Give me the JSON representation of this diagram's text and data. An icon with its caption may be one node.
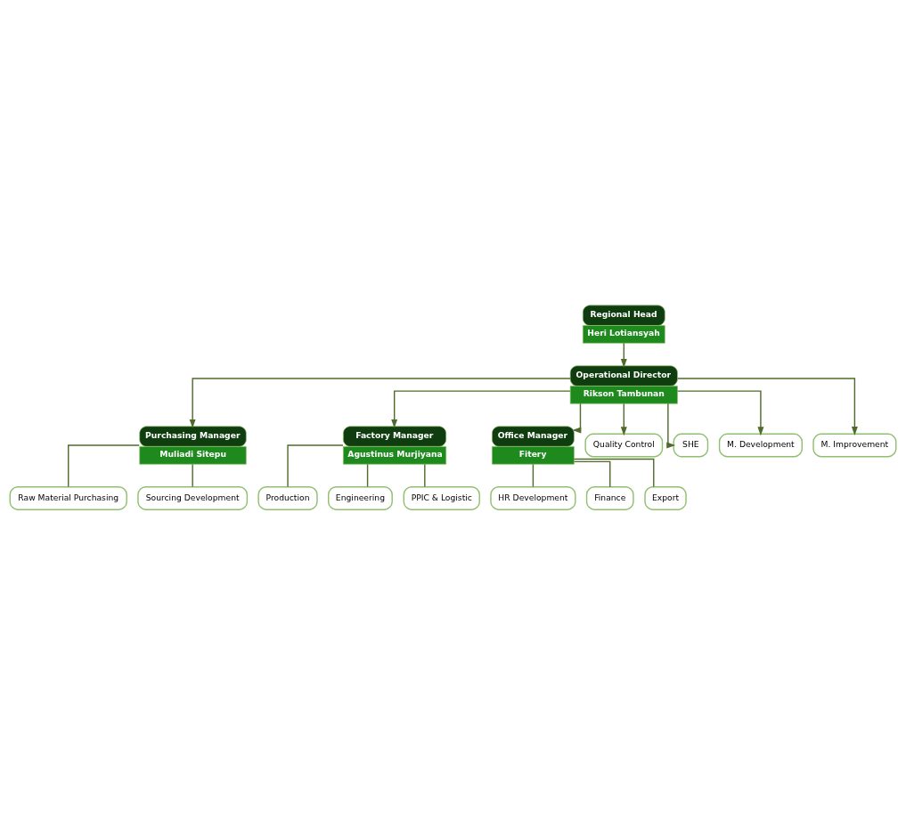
{
  "diagram": {
    "nodes": [
      {
        "text": [
          "Regional Head",
          "Heri Lotiansyah"
        ]
      },
      {
        "text": [
          "Operational Director",
          "Rikson Tambunan"
        ]
      },
      {
        "text": [
          "Purchasing Manager",
          "Muliadi Sitepu"
        ]
      },
      {
        "text": [
          "Factory Manager",
          "Agustinus Murjiyana"
        ]
      },
      {
        "text": [
          "Office Manager",
          "Fitery"
        ]
      },
      {
        "text": [
          "Raw Material Purchasing"
        ]
      },
      {
        "text": [
          "Sourcing Development"
        ]
      },
      {
        "text": [
          "Production"
        ]
      },
      {
        "text": [
          "Engineering"
        ]
      },
      {
        "text": [
          "PPIC & Logistic"
        ]
      },
      {
        "text": [
          "HR Development"
        ]
      },
      {
        "text": [
          "Finance"
        ]
      },
      {
        "text": [
          "Export"
        ]
      },
      {
        "text": [
          "Quality Control"
        ]
      },
      {
        "text": [
          "SHE"
        ]
      },
      {
        "text": [
          "M. Development"
        ]
      },
      {
        "text": [
          "M. Improvement"
        ]
      }
    ],
    "edges": [
      {
        "from": 0,
        "to": 1,
        "arrow": "to"
      },
      {
        "from": 1,
        "to": 2,
        "arrow": "to"
      },
      {
        "from": 1,
        "to": 3,
        "arrow": "to"
      },
      {
        "from": 1,
        "to": 4,
        "arrow": "to"
      },
      {
        "from": 1,
        "to": 13,
        "arrow": "to"
      },
      {
        "from": 1,
        "to": 14,
        "arrow": "to"
      },
      {
        "from": 1,
        "to": 15,
        "arrow": "to"
      },
      {
        "from": 1,
        "to": 16,
        "arrow": "to"
      },
      {
        "from": 2,
        "to": 5,
        "arrow": "none"
      },
      {
        "from": 2,
        "to": 6,
        "arrow": "none"
      },
      {
        "from": 3,
        "to": 7,
        "arrow": "none"
      },
      {
        "from": 3,
        "to": 8,
        "arrow": "none"
      },
      {
        "from": 3,
        "to": 9,
        "arrow": "none"
      },
      {
        "from": 4,
        "to": 10,
        "arrow": "none"
      },
      {
        "from": 4,
        "to": 11,
        "arrow": "none"
      },
      {
        "from": 4,
        "to": 12,
        "arrow": "none"
      }
    ]
  }
}
